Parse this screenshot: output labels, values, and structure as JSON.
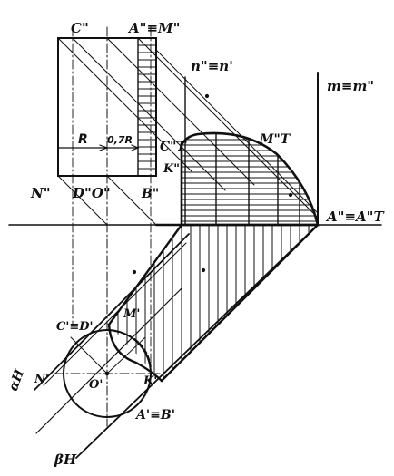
{
  "labels": {
    "c_front": "C\"",
    "a_front": "A\"≡M\"",
    "n_front": "n\"≡n'",
    "m_line": "m≡m\"",
    "m_t": "M\"T",
    "c_t": "C\"T",
    "k_front": "K\"",
    "r": "R",
    "r07": "0,7R",
    "n_bottom": "N\"",
    "d_o": "D\"O\"",
    "b_front": "B\"",
    "a_at": "A\"≡A\"T",
    "c_d": "C'≡D'",
    "m_prime": "M'",
    "n_prime": "N'",
    "o_prime": "O'",
    "k_prime": "K'",
    "a_b": "A'≡B'",
    "alpha": "αH",
    "beta": "βH"
  },
  "colors": {
    "ink": "#111111",
    "paper": "#ffffff"
  }
}
